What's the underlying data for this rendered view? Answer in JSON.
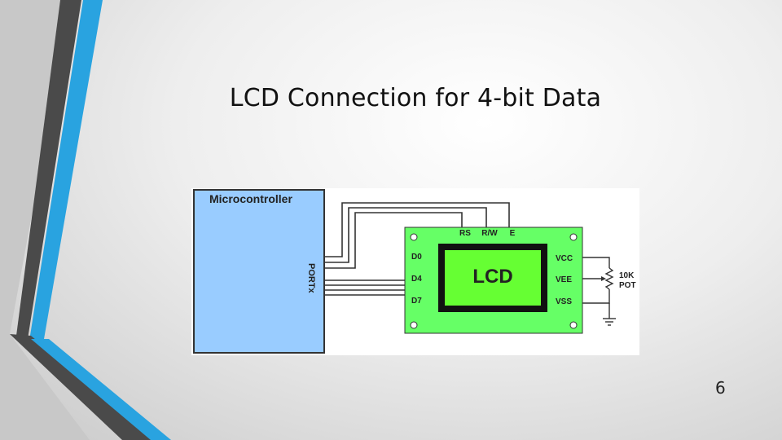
{
  "slide": {
    "title": "LCD Connection for 4-bit Data",
    "page_number": "6"
  },
  "diagram": {
    "microcontroller_label": "Microcontroller",
    "port_label": "PORTx",
    "lcd_label": "LCD",
    "control_pins": [
      "RS",
      "R/W",
      "E"
    ],
    "data_pins": [
      "D0",
      "D4",
      "D7"
    ],
    "power_pins": [
      "VCC",
      "VEE",
      "VSS"
    ],
    "pot_label_line1": "10K",
    "pot_label_line2": "POT",
    "colors": {
      "microcontroller_fill": "#99ccff",
      "lcd_board_fill": "#66ff66",
      "lcd_screen_fill": "#66ff33",
      "accent_blue": "#29a3e0",
      "accent_gray": "#4a4a4a"
    }
  }
}
